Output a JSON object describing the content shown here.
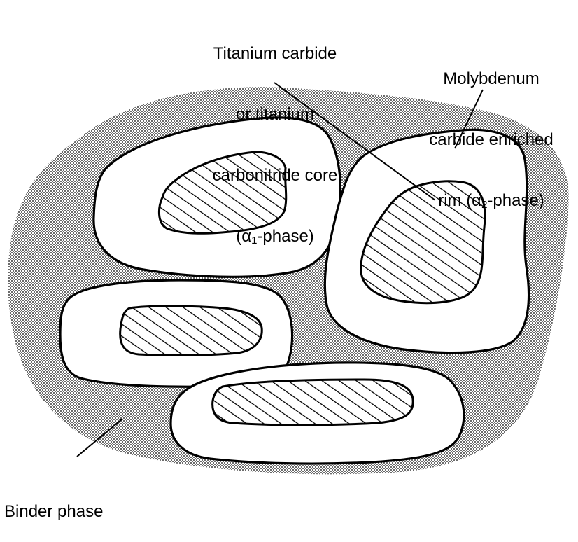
{
  "labels": {
    "core": {
      "line1": "Titanium carbide",
      "line2": "or titanium",
      "line3": "carbonitride core",
      "line4_open": "(α",
      "line4_sub": "1",
      "line4_close": "-phase)"
    },
    "rim": {
      "line1": "Molybdenum",
      "line2": "carbide enriched",
      "line3_open": "rim (α",
      "line3_sub": "2",
      "line3_close": "-phase)"
    },
    "binder": {
      "line1": "Binder phase"
    }
  },
  "colors": {
    "ink": "#000000",
    "background": "#ffffff",
    "binder_dot": "#000000"
  }
}
